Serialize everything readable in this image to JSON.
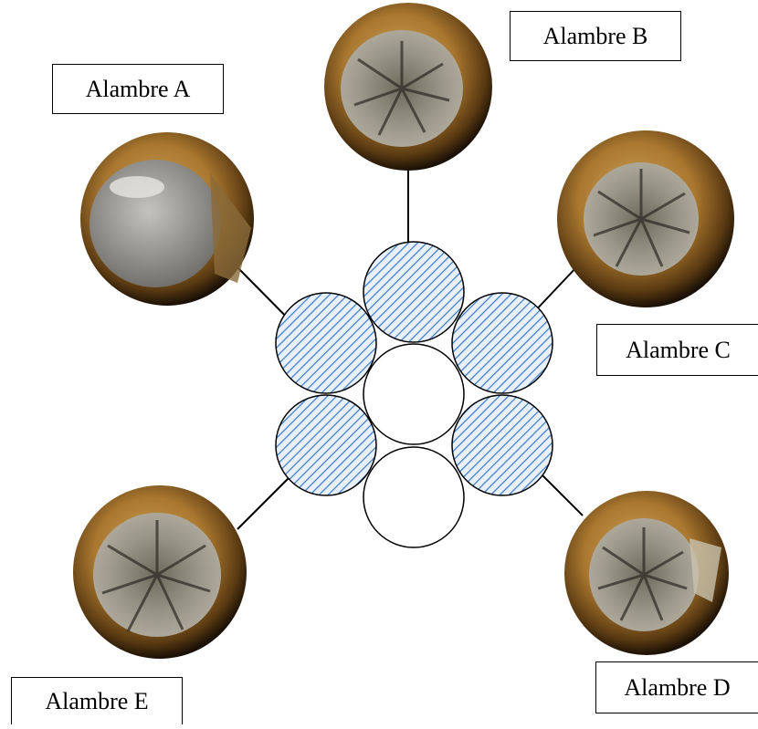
{
  "labels": {
    "wire_a": "Alambre A",
    "wire_b": "Alambre B",
    "wire_c": "Alambre C",
    "wire_d": "Alambre D",
    "wire_e": "Alambre E"
  },
  "colors": {
    "hatch_blue": "#3a78c8",
    "hatch_background": "#e8f0fb",
    "outline": "#000000",
    "copper_rim": "#a9772f",
    "steel_face": "#9a968a"
  }
}
